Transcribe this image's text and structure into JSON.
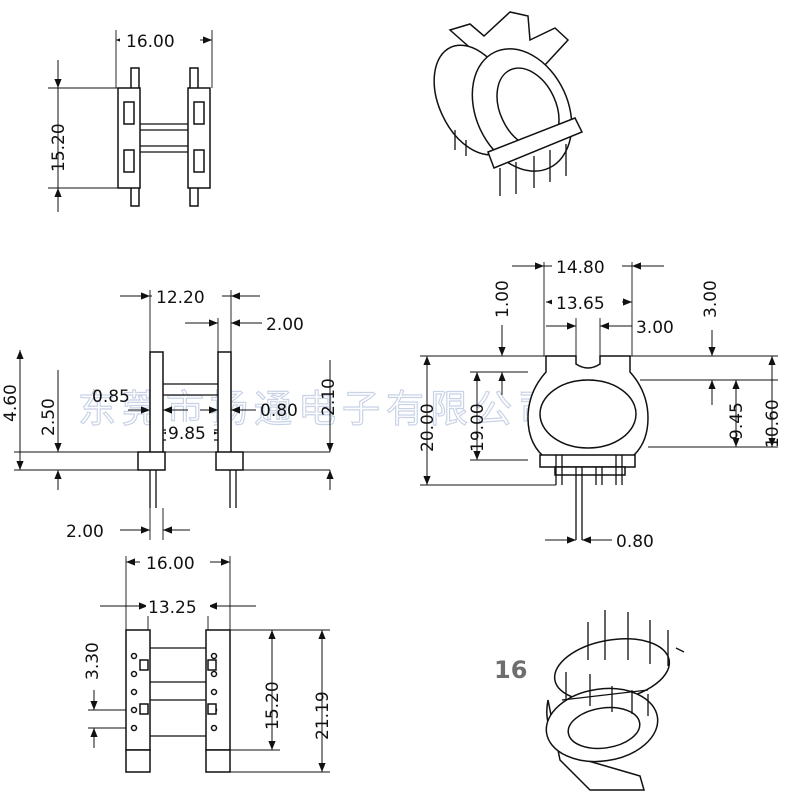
{
  "part_number": "16",
  "watermark": "东莞市扬通电子有限公司",
  "top_view": {
    "width": "16.00",
    "height": "15.20"
  },
  "side_view": {
    "overall_width": "12.20",
    "flange_thickness": "2.00",
    "height_left_outer": "4.60",
    "height_left_inner": "2.50",
    "slot_left": "0.85",
    "slot_right": "0.80",
    "height_right": "2.10",
    "inner_width": "9.85",
    "pin_offset": "2.00"
  },
  "front_view": {
    "outer_width": "14.80",
    "inner_width": "13.65",
    "slot_depth": "1.00",
    "slot_width": "3.00",
    "slot_height": "3.00",
    "overall_height": "20.00",
    "body_height": "19.00",
    "window_height": "9.45",
    "flange_height": "10.60",
    "pin_width": "0.80"
  },
  "bottom_view": {
    "overall_width": "16.00",
    "pin_row_spacing": "13.25",
    "pin_pitch": "3.30",
    "pin_span": "15.20",
    "overall_length": "21.19"
  }
}
